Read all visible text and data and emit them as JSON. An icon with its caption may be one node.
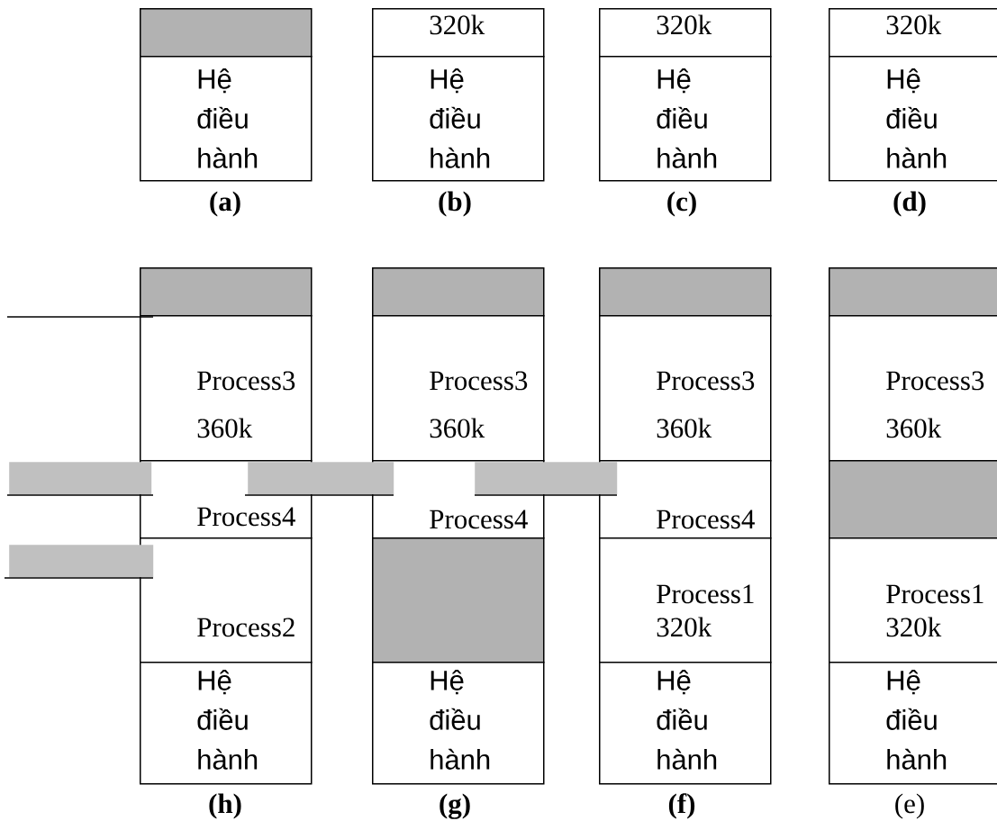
{
  "diagram": {
    "nodes": [
      {
        "text": [],
        "shape": "box"
      },
      {
        "text": [
          "Hệ điều hành"
        ]
      },
      {
        "text": [
          "320k"
        ]
      },
      {
        "text": [
          "Hệ điều hành"
        ]
      },
      {
        "text": [
          "320k"
        ]
      },
      {
        "text": [
          "Hệ điều hành"
        ]
      },
      {
        "text": [
          "320k"
        ]
      },
      {
        "text": [
          "Hệ điều hành"
        ]
      },
      {
        "text": [],
        "shape": "box"
      },
      {
        "text": [
          "Process3",
          "360k"
        ]
      },
      {
        "text": [
          "Process4"
        ]
      },
      {
        "text": [
          "Process2"
        ]
      },
      {
        "text": [
          "Hệ điều hành"
        ]
      },
      {
        "text": [],
        "shape": "box"
      },
      {
        "text": [
          "Process3",
          "360k"
        ]
      },
      {
        "text": [
          "Process4"
        ]
      },
      {
        "text": [],
        "shape": "box"
      },
      {
        "text": [
          "Hệ điều hành"
        ]
      },
      {
        "text": [],
        "shape": "box"
      },
      {
        "text": [
          "Process3",
          "360k"
        ]
      },
      {
        "text": [
          "Process4"
        ]
      },
      {
        "text": [
          "Process1",
          "320k"
        ]
      },
      {
        "text": [
          "Hệ điều hành"
        ]
      },
      {
        "text": [],
        "shape": "box"
      },
      {
        "text": [
          "Process3",
          "360k"
        ]
      },
      {
        "text": [],
        "shape": "box"
      },
      {
        "text": [
          "Process1",
          "320k"
        ]
      },
      {
        "text": [
          "Hệ điều hành"
        ]
      },
      {
        "text": [],
        "shape": "bar"
      },
      {
        "text": [],
        "shape": "bar"
      },
      {
        "text": [],
        "shape": "bar"
      },
      {
        "text": [],
        "shape": "bar"
      }
    ],
    "labels": [
      "(a)",
      "(b)",
      "(c)",
      "(d)",
      "(h)",
      "(g)",
      "(f)",
      "(e)"
    ]
  }
}
